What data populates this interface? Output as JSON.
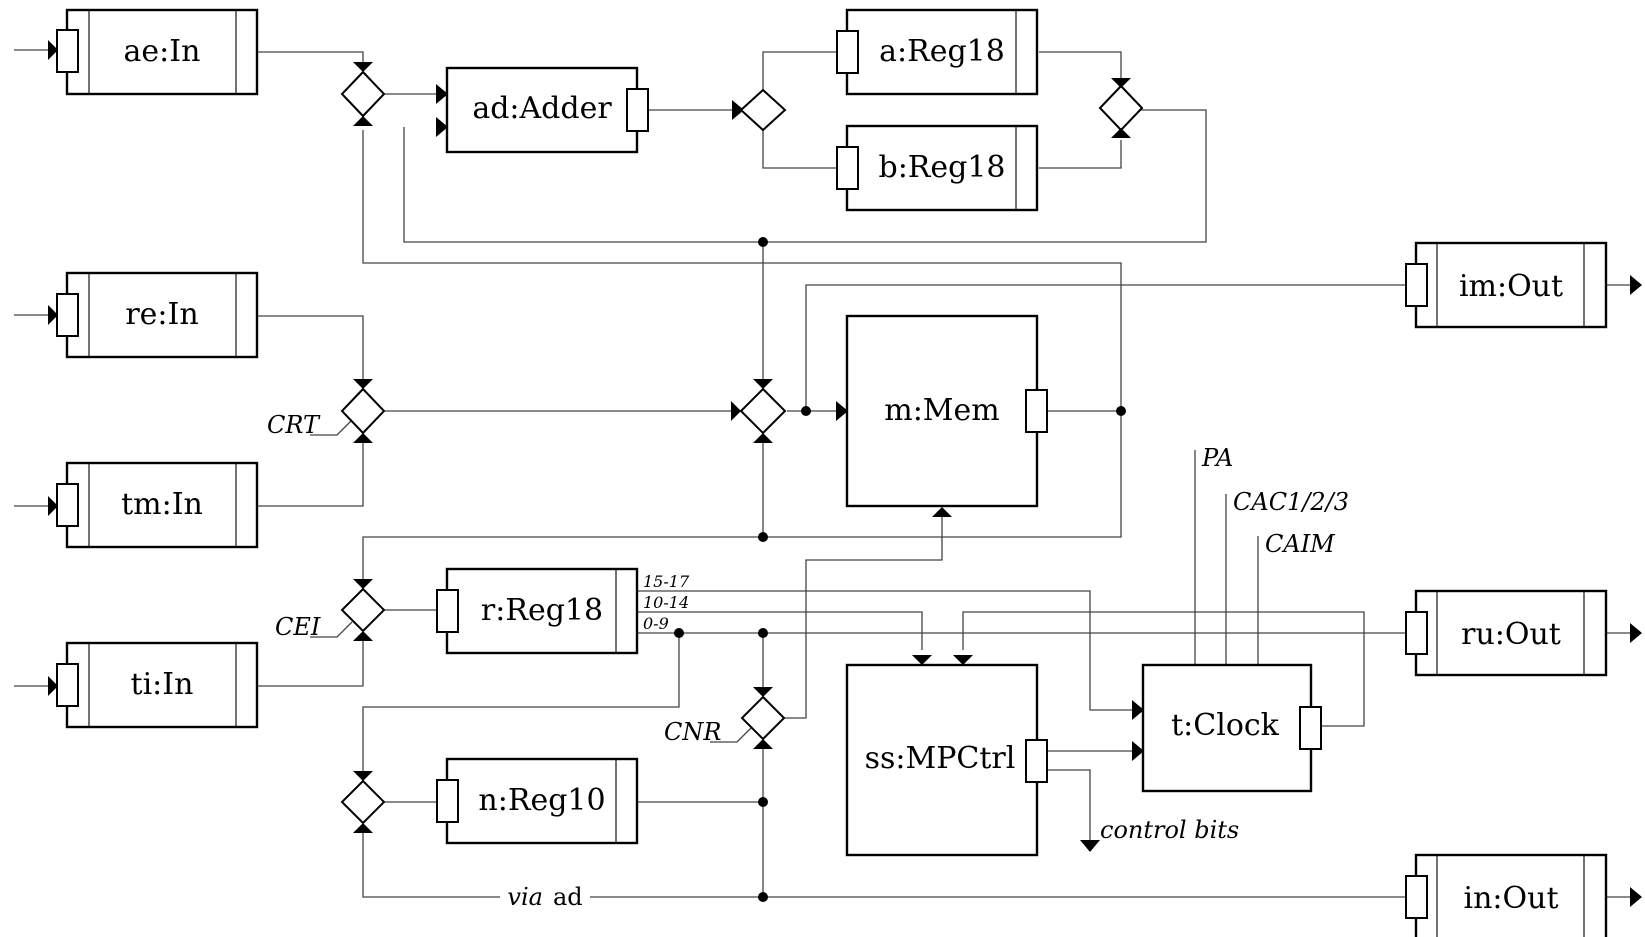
{
  "blocks": {
    "ae_in": "ae:In",
    "re_in": "re:In",
    "tm_in": "tm:In",
    "ti_in": "ti:In",
    "ad_adder": "ad:Adder",
    "a_reg": "a:Reg18",
    "b_reg": "b:Reg18",
    "m_mem": "m:Mem",
    "r_reg": "r:Reg18",
    "n_reg": "n:Reg10",
    "ss_ctrl": "ss:MPCtrl",
    "t_clock": "t:Clock",
    "im_out": "im:Out",
    "ru_out": "ru:Out",
    "in_out": "in:Out"
  },
  "signals": {
    "crt": "CRT",
    "cei": "CEI",
    "cnr": "CNR",
    "pa": "PA",
    "cac": "CAC1/2/3",
    "caim": "CAIM",
    "control_bits": "control bits"
  },
  "bit_ranges": [
    "15-17",
    "10-14",
    "0-9"
  ],
  "via_ad": {
    "prefix": "via",
    "suffix": "ad"
  }
}
